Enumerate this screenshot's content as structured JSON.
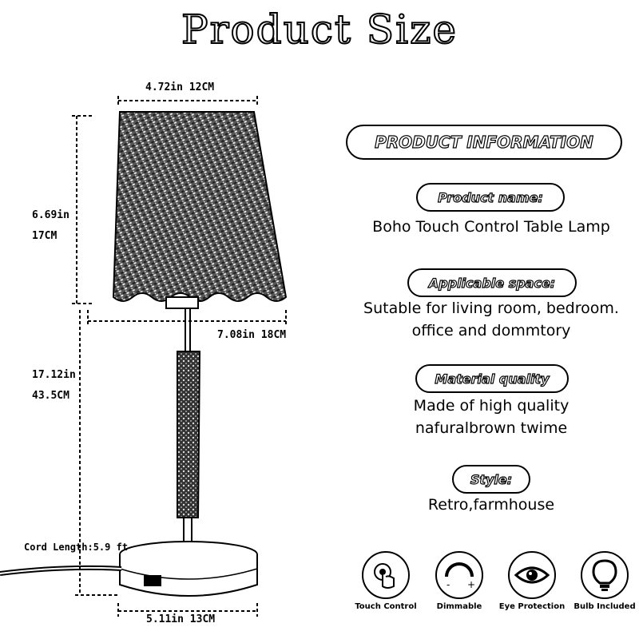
{
  "title": "Product Size",
  "dimensions": {
    "shade_top": "4.72in  12CM",
    "shade_height_in": "6.69in",
    "shade_height_cm": "17CM",
    "shade_bottom": "7.08in  18CM",
    "total_height_in": "17.12in",
    "total_height_cm": "43.5CM",
    "cord_length": "Cord Length:5.9 ft",
    "base_width": "5.11in 13CM"
  },
  "info": {
    "header": "PRODUCT INFORMATION",
    "sections": [
      {
        "label": "Product name:",
        "lines": [
          "Boho Touch Control  Table Lamp"
        ]
      },
      {
        "label": "Applicable space:",
        "lines": [
          "Sutable for living room, bedroom.",
          "office and dommtory"
        ]
      },
      {
        "label": "Material quality",
        "lines": [
          "Made of high quality",
          "nafuralbrown twime"
        ]
      },
      {
        "label": "Style:",
        "lines": [
          "Retro,farmhouse"
        ]
      }
    ]
  },
  "features": [
    {
      "label": "Touch Control",
      "icon": "touch-hand-icon"
    },
    {
      "label": "Dimmable",
      "icon": "dimmer-icon"
    },
    {
      "label": "Eye Protection",
      "icon": "eye-icon"
    },
    {
      "label": "Bulb Included",
      "icon": "bulb-icon"
    }
  ]
}
